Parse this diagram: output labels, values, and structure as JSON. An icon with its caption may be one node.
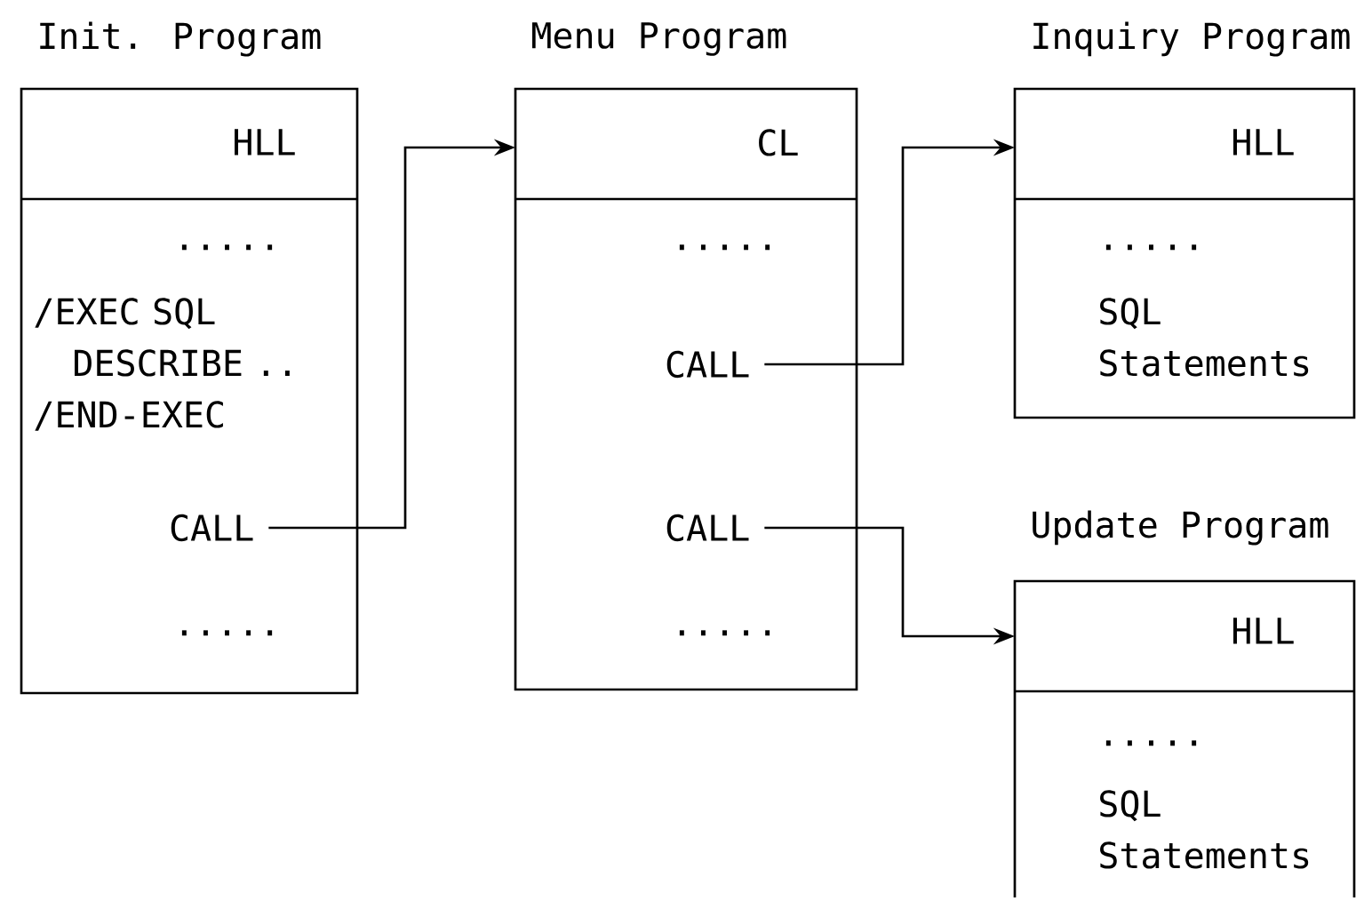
{
  "diagram": {
    "nodes": [
      {
        "text": [
          "Init. Program",
          "HLL",
          ".....",
          "/EXEC SQL",
          "DESCRIBE ..",
          "/END-EXEC",
          "....."
        ]
      },
      {
        "text": [
          "CALL"
        ],
        "in": 0
      },
      {
        "text": [
          "Menu Program",
          "CL",
          ".....",
          "....."
        ]
      },
      {
        "text": [
          "CALL"
        ],
        "in": 2
      },
      {
        "text": [
          "CALL"
        ],
        "in": 2
      },
      {
        "text": [
          "Inquiry Program",
          "HLL",
          ".....",
          "SQL Statements"
        ]
      },
      {
        "text": [
          "Update Program",
          "HLL",
          ".....",
          "SQL Statements"
        ]
      }
    ],
    "edges": [
      {
        "from": 1,
        "to": 2,
        "arrow": "to"
      },
      {
        "from": 3,
        "to": 5,
        "arrow": "to"
      },
      {
        "from": 4,
        "to": 6,
        "arrow": "to"
      }
    ]
  }
}
